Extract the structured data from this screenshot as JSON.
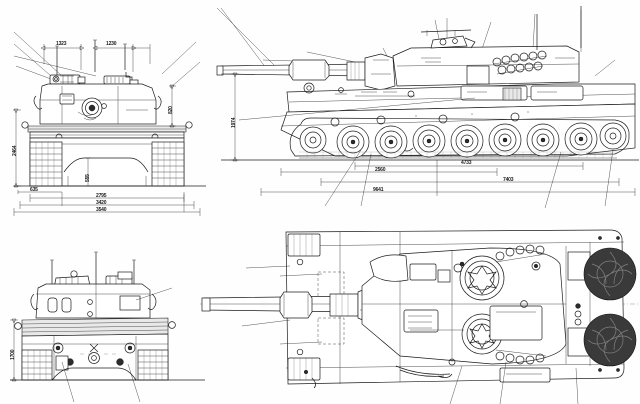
{
  "document": {
    "kind": "technical-blueprint",
    "subject": "Main battle tank orthographic projection drawing",
    "background_color": "#fefefe",
    "line_color": "#1c1c1c",
    "views": [
      {
        "id": "front-elevation",
        "position": "top-left",
        "label": ""
      },
      {
        "id": "side-elevation",
        "position": "top-right",
        "label": ""
      },
      {
        "id": "rear-elevation",
        "position": "bottom-left",
        "label": ""
      },
      {
        "id": "plan-top-view",
        "position": "bottom-right",
        "label": ""
      }
    ]
  },
  "front_view": {
    "dimensions": {
      "turret_left_width": "1323",
      "turret_right_width": "1230",
      "hull_height": "2464",
      "turret_roof_height": "820",
      "ground_clearance": "555",
      "track_width": "635",
      "track_centres": "2795",
      "hull_width": "3420",
      "overall_width": "3540"
    }
  },
  "side_view": {
    "dimensions": {
      "hull_height": "1974",
      "track_contact_front": "2560",
      "track_contact_length": "4733",
      "hull_length": "7403",
      "overall_length_gun_forward": "9641"
    }
  },
  "rear_view": {
    "dimensions": {
      "hull_height": "1700"
    }
  },
  "plan_view": {
    "features": [
      "gun-barrel",
      "bore-evacuator",
      "mantlet",
      "turret-roof",
      "commander-cupola",
      "loader-hatch",
      "smoke-grenade-launchers",
      "engine-deck",
      "radiator-fan-grille-left",
      "radiator-fan-grille-right"
    ]
  }
}
